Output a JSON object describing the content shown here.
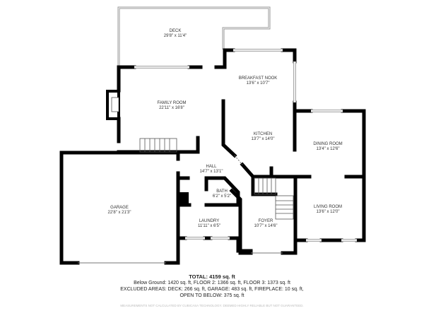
{
  "rooms": {
    "deck": {
      "name": "DECK",
      "dims": "29'8\" x 11'4\""
    },
    "family_room": {
      "name": "FAMILY ROOM",
      "dims": "22'11\" x 16'8\""
    },
    "breakfast_nook": {
      "name": "BREAKFAST NOOK",
      "dims": "13'6\" x 10'7\""
    },
    "kitchen": {
      "name": "KITCHEN",
      "dims": "13'7\" x 14'0\""
    },
    "dining_room": {
      "name": "DINING ROOM",
      "dims": "13'4\" x 12'6\""
    },
    "hall": {
      "name": "HALL",
      "dims": "14'7\" x 13'1\""
    },
    "bath": {
      "name": "BATH",
      "dims": "6'2\" x 5'2\""
    },
    "garage": {
      "name": "GARAGE",
      "dims": "22'8\" x 21'3\""
    },
    "laundry": {
      "name": "LAUNDRY",
      "dims": "11'11\" x 6'5\""
    },
    "foyer": {
      "name": "FOYER",
      "dims": "10'7\" x 14'6\""
    },
    "living_room": {
      "name": "LIVING ROOM",
      "dims": "13'6\" x 12'0\""
    }
  },
  "summary": {
    "total": "TOTAL: 4159 sq. ft",
    "floors": "Below Ground: 1420 sq. ft, FLOOR 2: 1366 sq. ft, FLOOR 3: 1373 sq. ft",
    "excluded": "EXCLUDED AREAS: DECK: 266 sq. ft, GARAGE: 483 sq. ft, FIREPLACE: 10 sq. ft,",
    "open_to_below": "OPEN TO BELOW: 375 sq. ft",
    "disclaimer": "MEASUREMENTS NOT CALCULATED BY CUBICASA TECHNOLOGY. DEEMED HIGHLY RELIABLE BUT NOT GUARANTEED."
  }
}
